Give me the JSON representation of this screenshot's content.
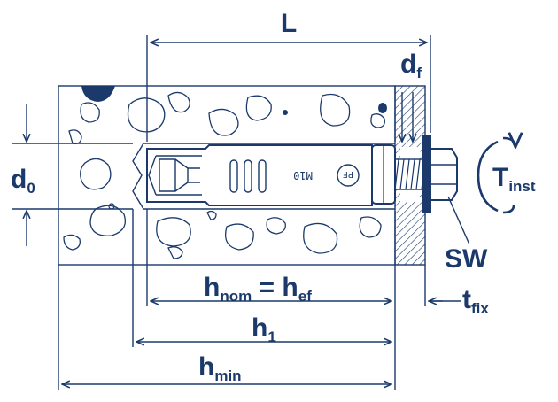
{
  "colors": {
    "ink": "#1b3a6b",
    "fill": "#ffffff"
  },
  "labels": {
    "L": "L",
    "df_main": "d",
    "df_sub": "f",
    "d0_main": "d",
    "d0_sub": "0",
    "tinst_main": "T",
    "tinst_sub": "inst",
    "sw": "SW",
    "tfix_main": "t",
    "tfix_sub": "fix",
    "hnom_main": "h",
    "hnom_sub": "nom",
    "equals": " = ",
    "hef_main": "h",
    "hef_sub": "ef",
    "h1_main": "h",
    "h1_sub": "1",
    "hmin_main": "h",
    "hmin_sub": "min"
  },
  "anchor_marking": {
    "size": "M10",
    "brand": "PF"
  },
  "icons": [
    "rotation-arrow-icon",
    "dimension-arrow-icon"
  ]
}
